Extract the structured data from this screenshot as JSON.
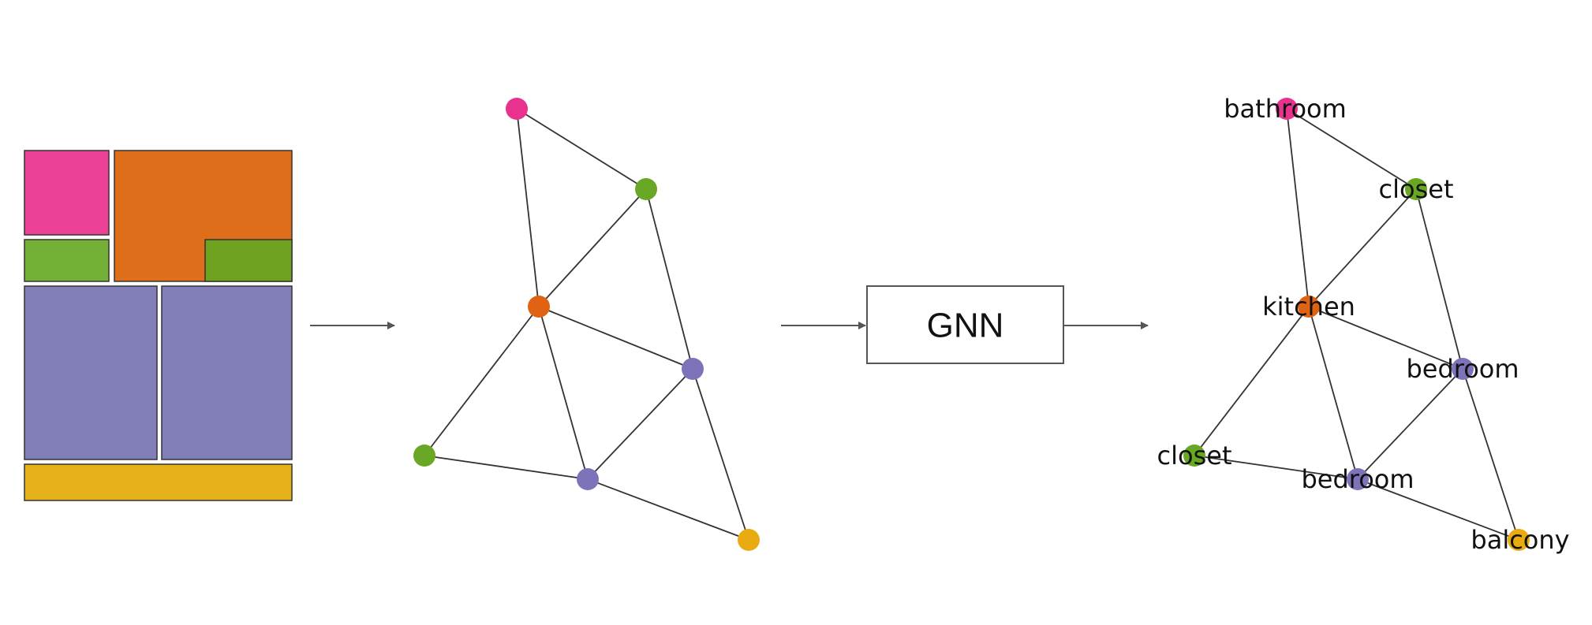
{
  "gnn_box": {
    "label": "GNN"
  },
  "room_colors": {
    "bathroom": "#ec3f96",
    "kitchen": "#de6e1a",
    "closet": "#74b036",
    "closet_dark": "#6fa21e",
    "bedroom": "#827eb8",
    "balcony": "#e6b21c"
  },
  "node_colors": {
    "bathroom": "#e9328d",
    "kitchen": "#df6312",
    "closet": "#69a824",
    "bedroom": "#7d73b8",
    "balcony": "#e8ac12"
  },
  "graph": {
    "nodes": [
      {
        "id": "bathroom",
        "label": "bathroom",
        "type": "bathroom"
      },
      {
        "id": "closet-1",
        "label": "closet",
        "type": "closet"
      },
      {
        "id": "kitchen",
        "label": "kitchen",
        "type": "kitchen"
      },
      {
        "id": "bedroom-1",
        "label": "bedroom",
        "type": "bedroom"
      },
      {
        "id": "closet-2",
        "label": "closet",
        "type": "closet"
      },
      {
        "id": "bedroom-2",
        "label": "bedroom",
        "type": "bedroom"
      },
      {
        "id": "balcony",
        "label": "balcony",
        "type": "balcony"
      }
    ],
    "edges": [
      [
        "bathroom",
        "closet-1"
      ],
      [
        "bathroom",
        "kitchen"
      ],
      [
        "closet-1",
        "kitchen"
      ],
      [
        "closet-1",
        "bedroom-1"
      ],
      [
        "kitchen",
        "bedroom-1"
      ],
      [
        "kitchen",
        "closet-2"
      ],
      [
        "kitchen",
        "bedroom-2"
      ],
      [
        "bedroom-1",
        "bedroom-2"
      ],
      [
        "bedroom-1",
        "balcony"
      ],
      [
        "closet-2",
        "bedroom-2"
      ],
      [
        "bedroom-2",
        "balcony"
      ]
    ]
  }
}
